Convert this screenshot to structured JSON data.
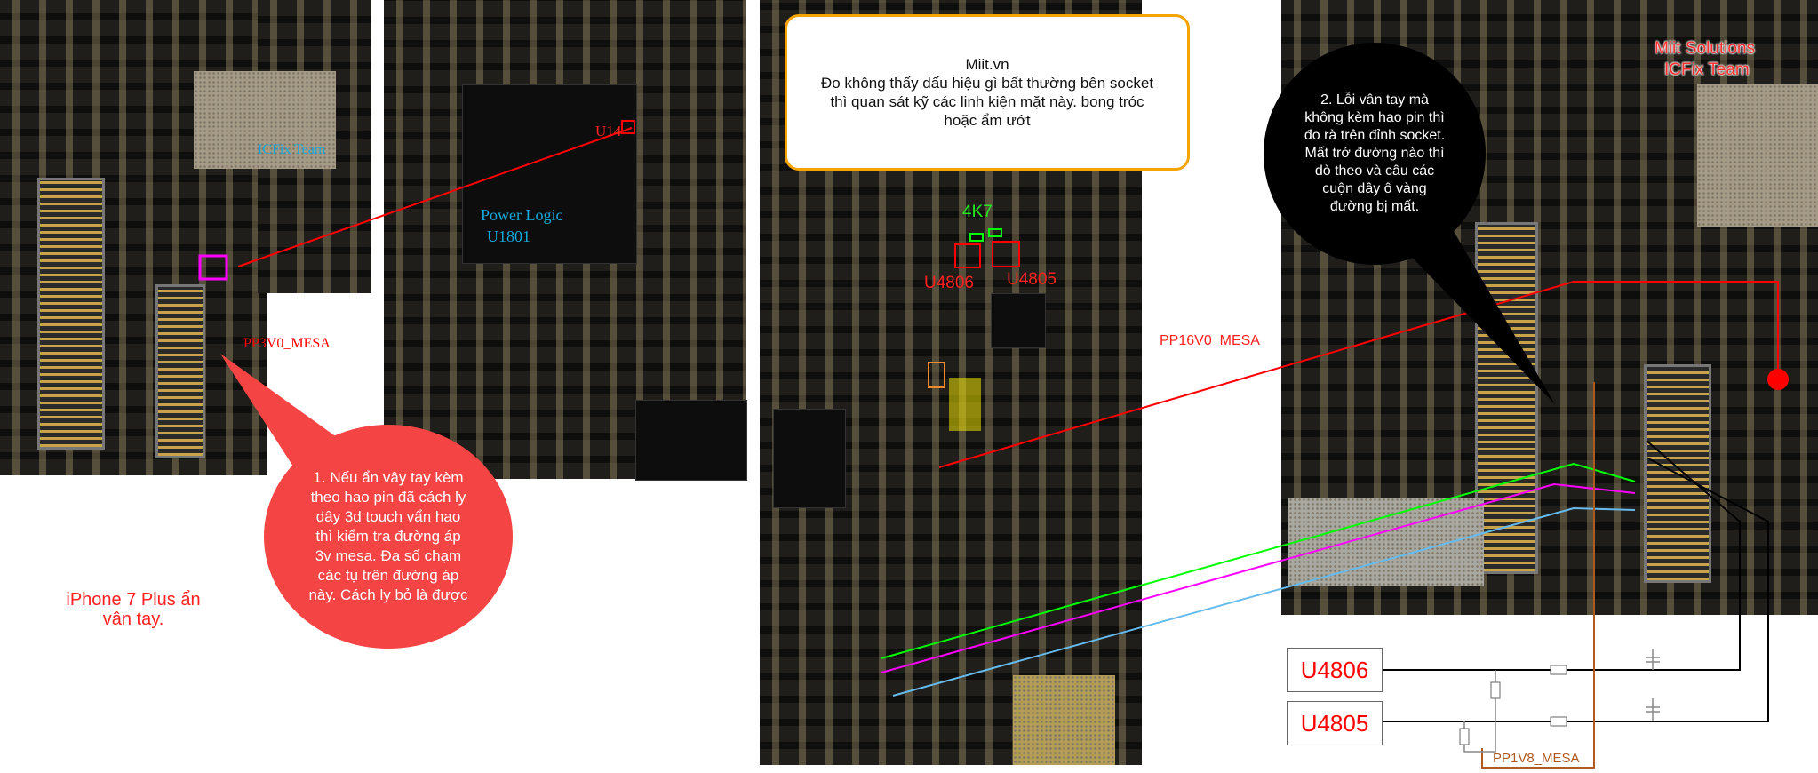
{
  "left_panel": {
    "watermark": "ICFix Team",
    "rail_label": "PP3V0_MESA",
    "title": "iPhone 7 Plus ẩn vân tay."
  },
  "logic_panel": {
    "chip_label": "U14",
    "power_logic": "Power Logic",
    "power_logic_ref": "U1801"
  },
  "bubble_1": {
    "lines": [
      "1. Nếu ẩn vây tay kèm",
      "theo hao pin đã cách ly",
      "dây 3d touch vẩn hao",
      "thì kiểm tra đường áp",
      "3v mesa. Đa số chạm",
      "các tụ trên đường áp",
      "này. Cách ly bỏ là được"
    ]
  },
  "note_box": {
    "lines": [
      "Miit.vn",
      "Đo không thấy dấu hiệu gì bất thường bên socket",
      "thì quan sát kỹ các linh kiện mặt này. bong tróc",
      "hoặc ẩm ướt"
    ]
  },
  "center_panel": {
    "resistor_label": "4K7",
    "u4806": "U4806",
    "u4805": "U4805",
    "rail_label": "PP16V0_MESA"
  },
  "bubble_2": {
    "lines": [
      "2. Lỗi vân tay mà",
      "không kèm hao pin thì",
      "đo rà trên đỉnh socket.",
      "Mất trở đường nào thì",
      "dò theo và câu các",
      "cuộn dây ô vàng",
      "đường bị mất."
    ]
  },
  "branding": {
    "line1": "Miit Solutions",
    "line2": "ICFix Team"
  },
  "schematic": {
    "box1": "U4806",
    "box2": "U4805",
    "rail_label": "PP1V8_MESA"
  },
  "colors": {
    "red": "#ff0000",
    "bubble_red": "#f54444",
    "note_border": "#f4a300",
    "green": "#00ff00",
    "magenta": "#ff00ff",
    "light_blue": "#66bbee",
    "brown": "#b05a20"
  }
}
